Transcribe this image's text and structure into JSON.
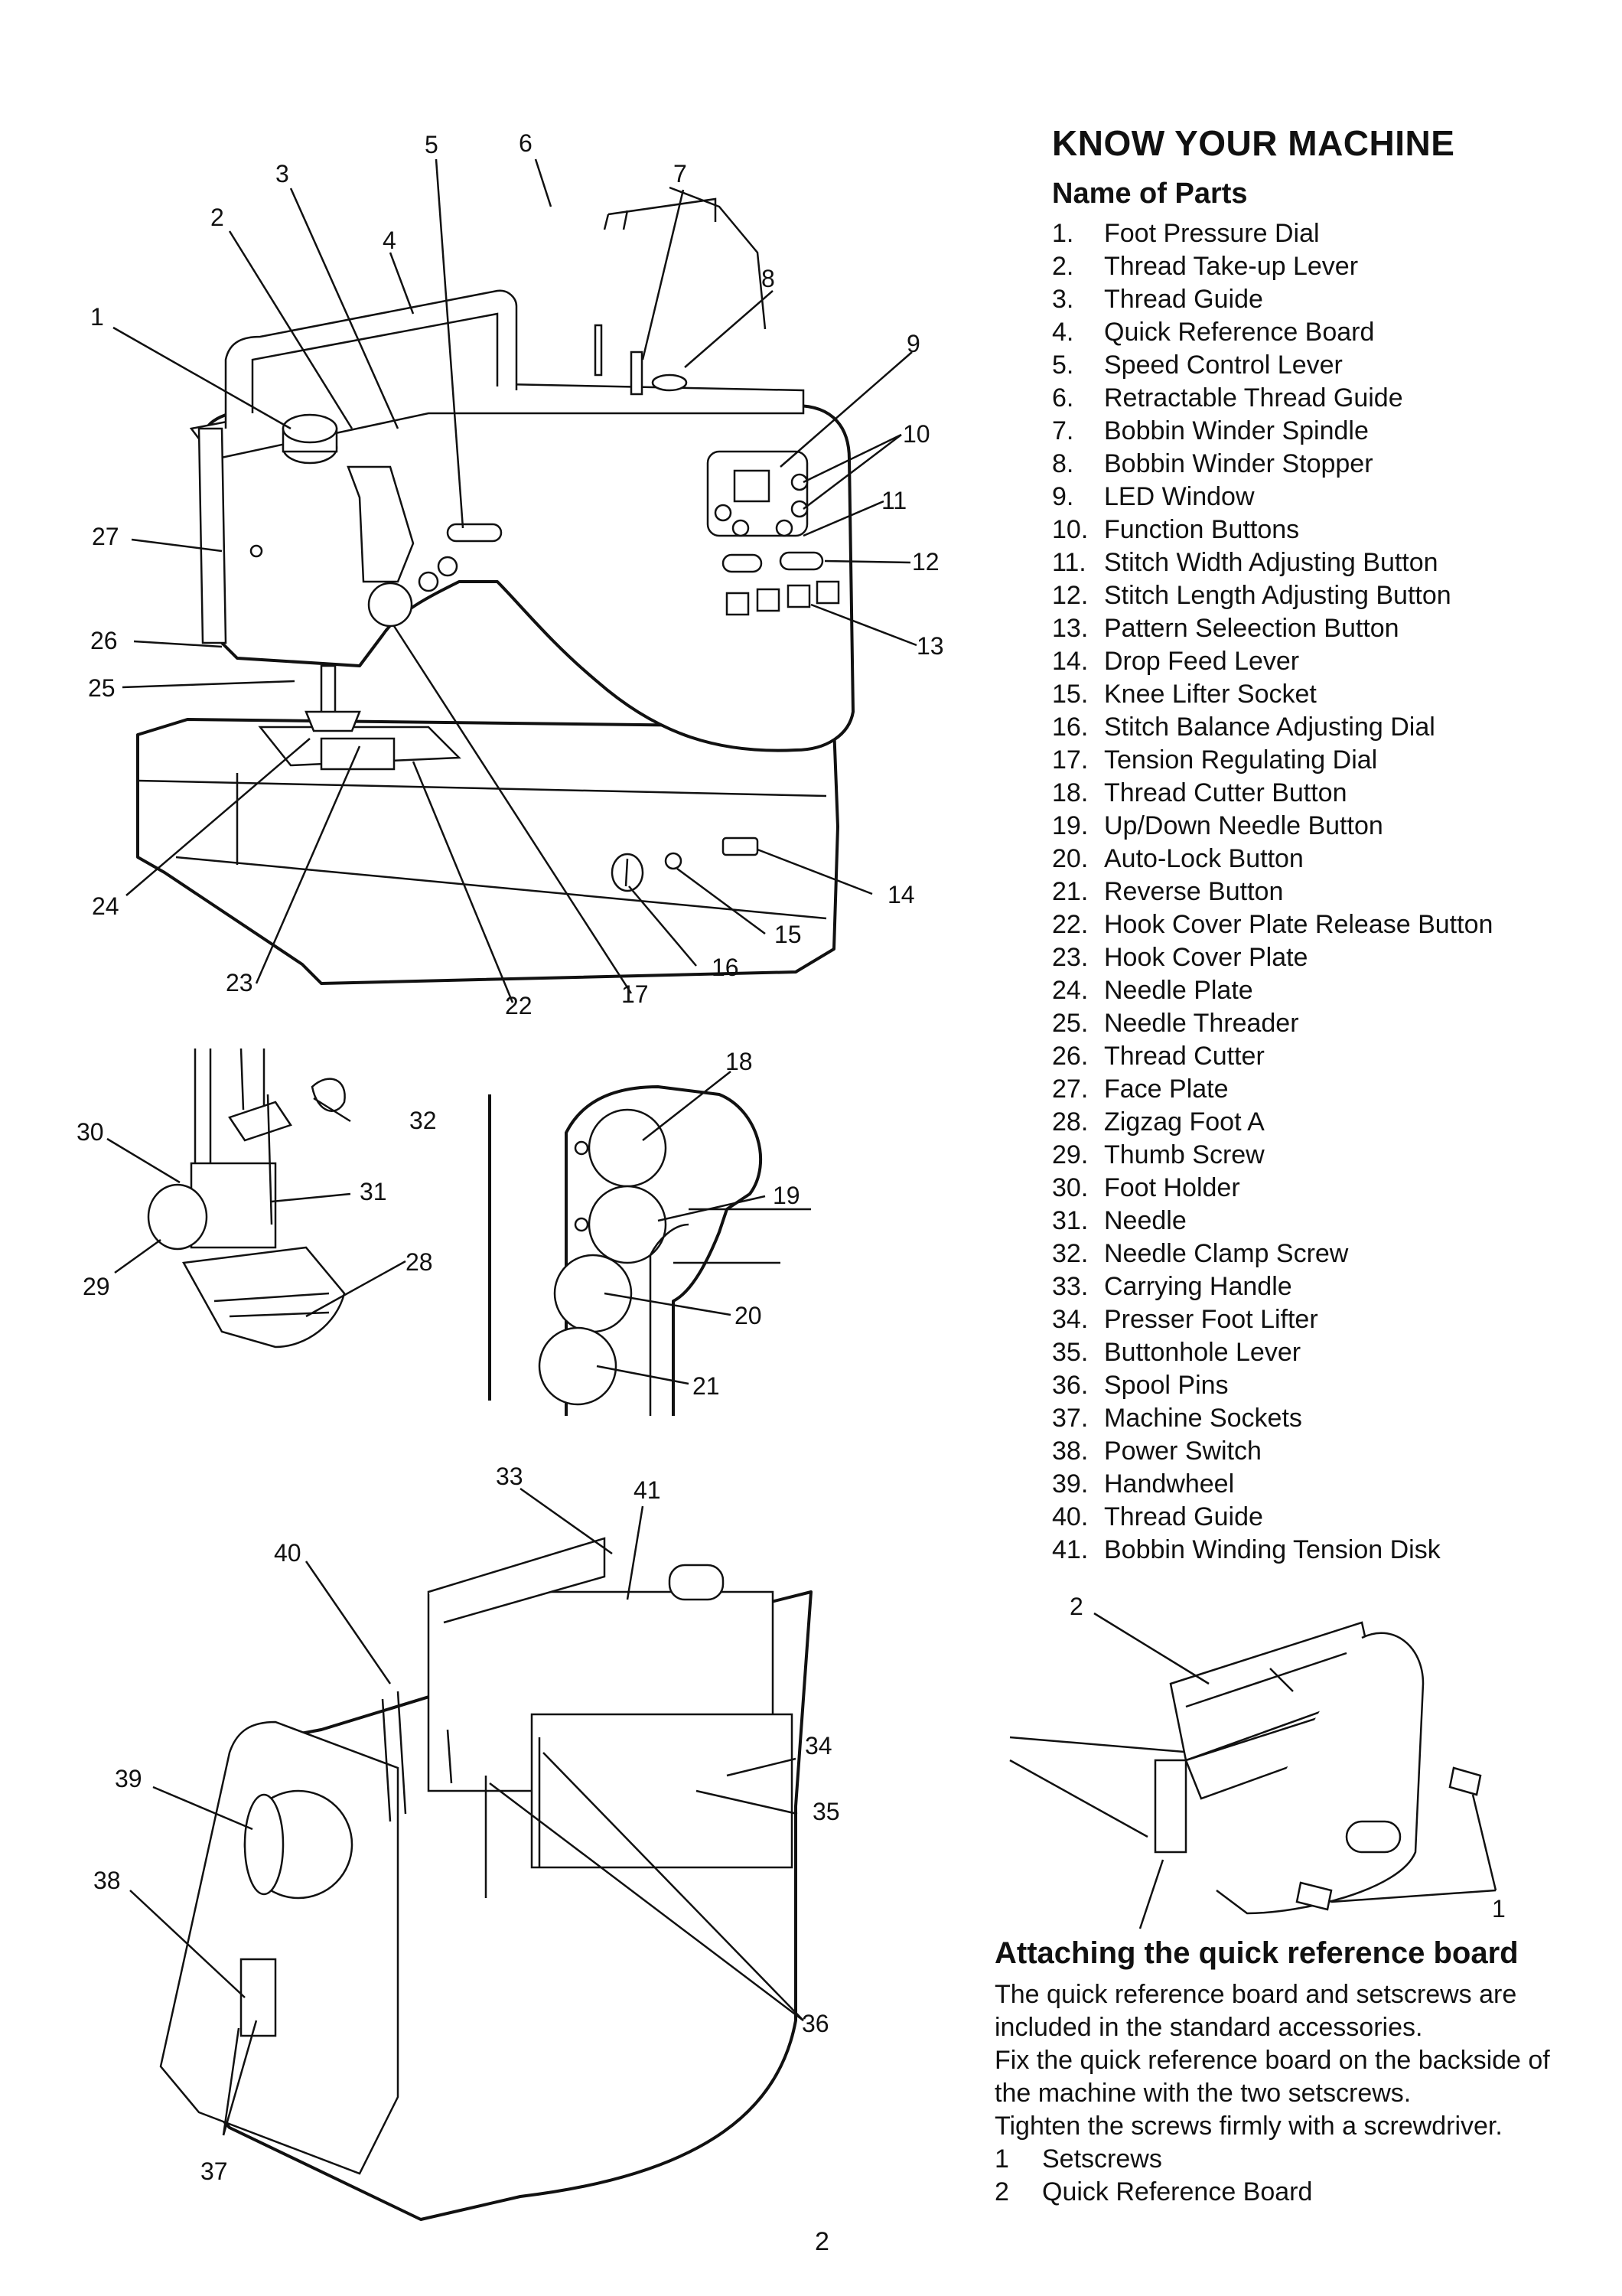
{
  "heading": "KNOW YOUR MACHINE",
  "subheading": "Name of Parts",
  "parts": [
    {
      "num": "1.",
      "name": "Foot Pressure Dial"
    },
    {
      "num": "2.",
      "name": "Thread Take-up Lever"
    },
    {
      "num": "3.",
      "name": "Thread Guide"
    },
    {
      "num": "4.",
      "name": "Quick Reference Board"
    },
    {
      "num": "5.",
      "name": "Speed Control Lever"
    },
    {
      "num": "6.",
      "name": "Retractable Thread Guide"
    },
    {
      "num": "7.",
      "name": "Bobbin Winder Spindle"
    },
    {
      "num": "8.",
      "name": "Bobbin Winder Stopper"
    },
    {
      "num": "9.",
      "name": "LED Window"
    },
    {
      "num": "10.",
      "name": "Function Buttons"
    },
    {
      "num": "11.",
      "name": "Stitch Width Adjusting Button"
    },
    {
      "num": "12.",
      "name": "Stitch Length Adjusting Button"
    },
    {
      "num": "13.",
      "name": "Pattern Seleection Button"
    },
    {
      "num": "14.",
      "name": "Drop Feed Lever"
    },
    {
      "num": "15.",
      "name": "Knee Lifter Socket"
    },
    {
      "num": "16.",
      "name": "Stitch Balance Adjusting Dial"
    },
    {
      "num": "17.",
      "name": "Tension Regulating Dial"
    },
    {
      "num": "18.",
      "name": "Thread Cutter Button"
    },
    {
      "num": "19.",
      "name": "Up/Down Needle Button"
    },
    {
      "num": "20.",
      "name": "Auto-Lock Button"
    },
    {
      "num": "21.",
      "name": "Reverse Button"
    },
    {
      "num": "22.",
      "name": "Hook Cover Plate Release Button"
    },
    {
      "num": "23.",
      "name": "Hook Cover Plate"
    },
    {
      "num": "24.",
      "name": "Needle Plate"
    },
    {
      "num": "25.",
      "name": "Needle Threader"
    },
    {
      "num": "26.",
      "name": "Thread Cutter"
    },
    {
      "num": "27.",
      "name": "Face Plate"
    },
    {
      "num": "28.",
      "name": "Zigzag Foot A"
    },
    {
      "num": "29.",
      "name": "Thumb Screw"
    },
    {
      "num": "30.",
      "name": "Foot Holder"
    },
    {
      "num": "31.",
      "name": "Needle"
    },
    {
      "num": "32.",
      "name": "Needle Clamp Screw"
    },
    {
      "num": "33.",
      "name": "Carrying Handle"
    },
    {
      "num": "34.",
      "name": "Presser Foot Lifter"
    },
    {
      "num": "35.",
      "name": "Buttonhole Lever"
    },
    {
      "num": "36.",
      "name": "Spool Pins"
    },
    {
      "num": "37.",
      "name": "Machine Sockets"
    },
    {
      "num": "38.",
      "name": "Power Switch"
    },
    {
      "num": "39.",
      "name": "Handwheel"
    },
    {
      "num": "40.",
      "name": "Thread Guide"
    },
    {
      "num": "41.",
      "name": "Bobbin Winding Tension Disk"
    }
  ],
  "attach": {
    "title": "Attaching the quick reference board",
    "lines": [
      "The quick reference board and setscrews are",
      "included in the standard accessories.",
      "Fix the quick reference board on the backside of",
      "the machine with the two setscrews.",
      "Tighten the screws firmly with a screwdriver."
    ],
    "legend": [
      {
        "num": "1",
        "name": "Setscrews"
      },
      {
        "num": "2",
        "name": "Quick Reference Board"
      }
    ]
  },
  "callouts": {
    "main": [
      "1",
      "2",
      "3",
      "4",
      "5",
      "6",
      "7",
      "8",
      "9",
      "10",
      "11",
      "12",
      "13",
      "14",
      "15",
      "16",
      "17",
      "22",
      "23",
      "24",
      "25",
      "26",
      "27"
    ],
    "foot": [
      "28",
      "29",
      "30",
      "31",
      "32"
    ],
    "buttons": [
      "18",
      "19",
      "20",
      "21"
    ],
    "rear": [
      "33",
      "34",
      "35",
      "36",
      "37",
      "38",
      "39",
      "40",
      "41"
    ],
    "board": [
      "1",
      "2"
    ]
  },
  "page_number": "2"
}
